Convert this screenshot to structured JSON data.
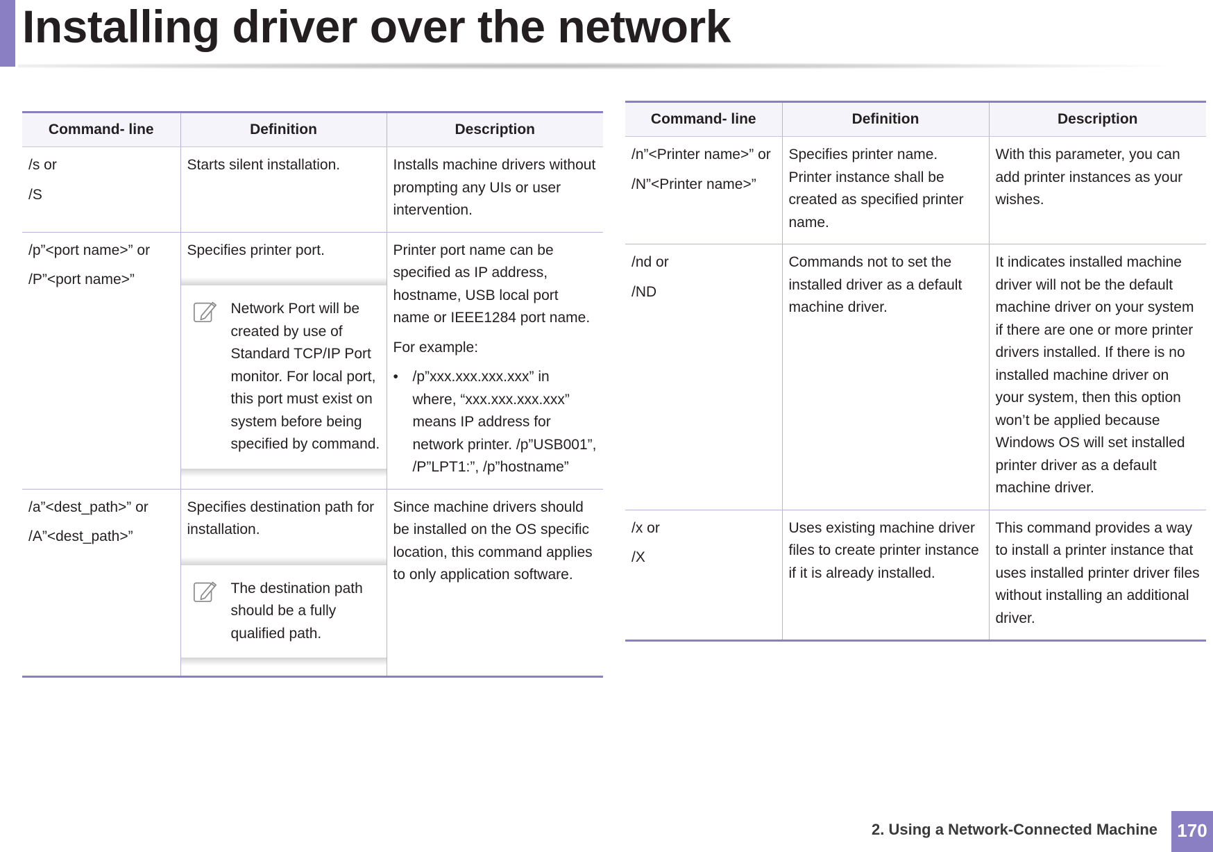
{
  "header": {
    "title": "Installing driver over the network"
  },
  "left_table": {
    "headers": [
      "Command- line",
      "Definition",
      "Description"
    ],
    "rows": [
      {
        "command": [
          "/s or",
          "/S"
        ],
        "definition": [
          "Starts silent installation."
        ],
        "description": [
          "Installs machine drivers without prompting any UIs or user intervention."
        ]
      },
      {
        "command": [
          "/p”<port name>” or",
          "/P”<port name>”"
        ],
        "definition": [
          "Specifies printer port."
        ],
        "note": "Network Port will be created by use of Standard TCP/IP Port monitor. For local port, this port must exist on system before being specified by command.",
        "description": [
          "Printer port name can be specified as IP address, hostname, USB local port name or IEEE1284 port name.",
          "For example:"
        ],
        "bullet": "/p”xxx.xxx.xxx.xxx” in where, “xxx.xxx.xxx.xxx” means IP address for network printer. /p”USB001”, /P”LPT1:”, /p”hostname”"
      },
      {
        "command": [
          "/a”<dest_path>” or",
          "/A”<dest_path>”"
        ],
        "definition": [
          "Specifies destination path for installation."
        ],
        "note": "The destination path should be a fully qualified path.",
        "description": [
          "Since machine drivers should be installed on the OS specific location, this command applies to only application software."
        ]
      }
    ]
  },
  "right_table": {
    "headers": [
      "Command- line",
      "Definition",
      "Description"
    ],
    "rows": [
      {
        "command": [
          "/n”<Printer name>” or",
          "/N”<Printer name>”"
        ],
        "definition": [
          "Specifies printer name. Printer instance shall be created as specified printer name."
        ],
        "description": [
          "With this parameter, you can add printer instances as your wishes."
        ]
      },
      {
        "command": [
          "/nd or",
          "/ND"
        ],
        "definition": [
          "Commands not to set the installed driver as a default machine driver."
        ],
        "description": [
          "It indicates installed machine driver will not be the default machine driver on your system if there are one or more printer drivers installed. If there is no installed machine driver on your system, then this option won’t be applied because Windows OS will set installed printer driver as a default machine driver."
        ]
      },
      {
        "command": [
          "/x or",
          "/X"
        ],
        "definition": [
          "Uses existing machine driver files to create printer instance if it is already installed."
        ],
        "description": [
          "This command provides a way to install a printer instance that uses installed printer driver files without installing an additional driver."
        ]
      }
    ]
  },
  "footer": {
    "section": "2.  Using a Network-Connected Machine",
    "page_number": "170"
  },
  "icons": {
    "note": "note-pencil-icon"
  },
  "colors": {
    "accent": "#8b7fc4",
    "header_bg": "#f5f4fa",
    "text": "#231f20"
  }
}
